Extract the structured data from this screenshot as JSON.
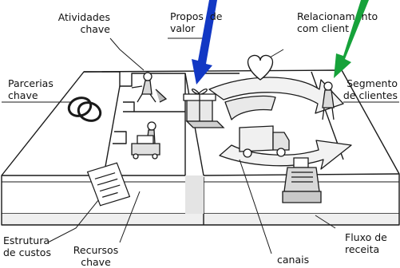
{
  "labels": {
    "atividades": "Atividades\nchave",
    "proposta": "Propos  de\nvalor",
    "relacionamento": "Relacionam  nto\ncom client",
    "parcerias": "Parcerias\nchave",
    "segmento": "Segmento\nde clientes",
    "estrutura": "Estrutura\nde custos",
    "recursos": "Recursos\nchave",
    "fluxo": "Fluxo de\nreceita",
    "canais": "canais"
  },
  "colors": {
    "arrow_blue": "#1238c4",
    "arrow_green": "#16a23a",
    "line": "#1a1a1a",
    "shade": "#dedede"
  },
  "icons": [
    "rings-icon",
    "worker-icon",
    "gift-icon",
    "heart-icon",
    "person-icon",
    "truck-icon",
    "cash-register-icon",
    "document-icon",
    "forklift-icon"
  ]
}
